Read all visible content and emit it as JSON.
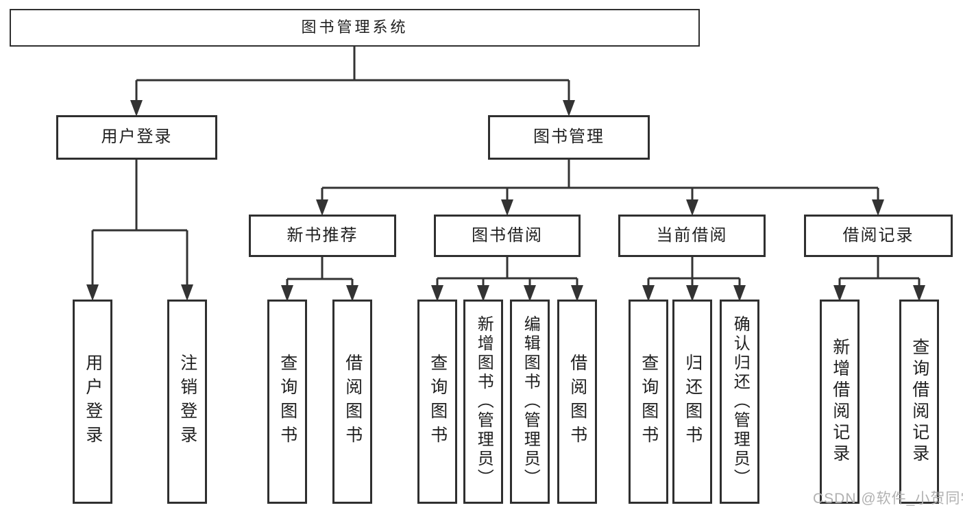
{
  "diagram": {
    "type": "hierarchy-tree",
    "colors": {
      "line": "#333333",
      "box_border": "#2f2f2f",
      "box_fill": "#ffffff",
      "text": "#1f1f1f",
      "watermark": "#b1b1b1",
      "background": "#ffffff"
    },
    "tree": {
      "label": "图书管理系统",
      "children": [
        {
          "label": "用户登录",
          "children": [
            {
              "label": "用户登录"
            },
            {
              "label": "注销登录"
            }
          ]
        },
        {
          "label": "图书管理",
          "children": [
            {
              "label": "新书推荐",
              "children": [
                {
                  "label": "查询图书"
                },
                {
                  "label": "借阅图书"
                }
              ]
            },
            {
              "label": "图书借阅",
              "children": [
                {
                  "label": "查询图书"
                },
                {
                  "label": "新增图书（管理员）"
                },
                {
                  "label": "编辑图书（管理员）"
                },
                {
                  "label": "借阅图书"
                }
              ]
            },
            {
              "label": "当前借阅",
              "children": [
                {
                  "label": "查询图书"
                },
                {
                  "label": "归还图书"
                },
                {
                  "label": "确认归还（管理员）"
                }
              ]
            },
            {
              "label": "借阅记录",
              "children": [
                {
                  "label": "新增借阅记录"
                },
                {
                  "label": "查询借阅记录"
                }
              ]
            }
          ]
        }
      ]
    },
    "watermark": "CSDN @软件_小贺同学"
  }
}
